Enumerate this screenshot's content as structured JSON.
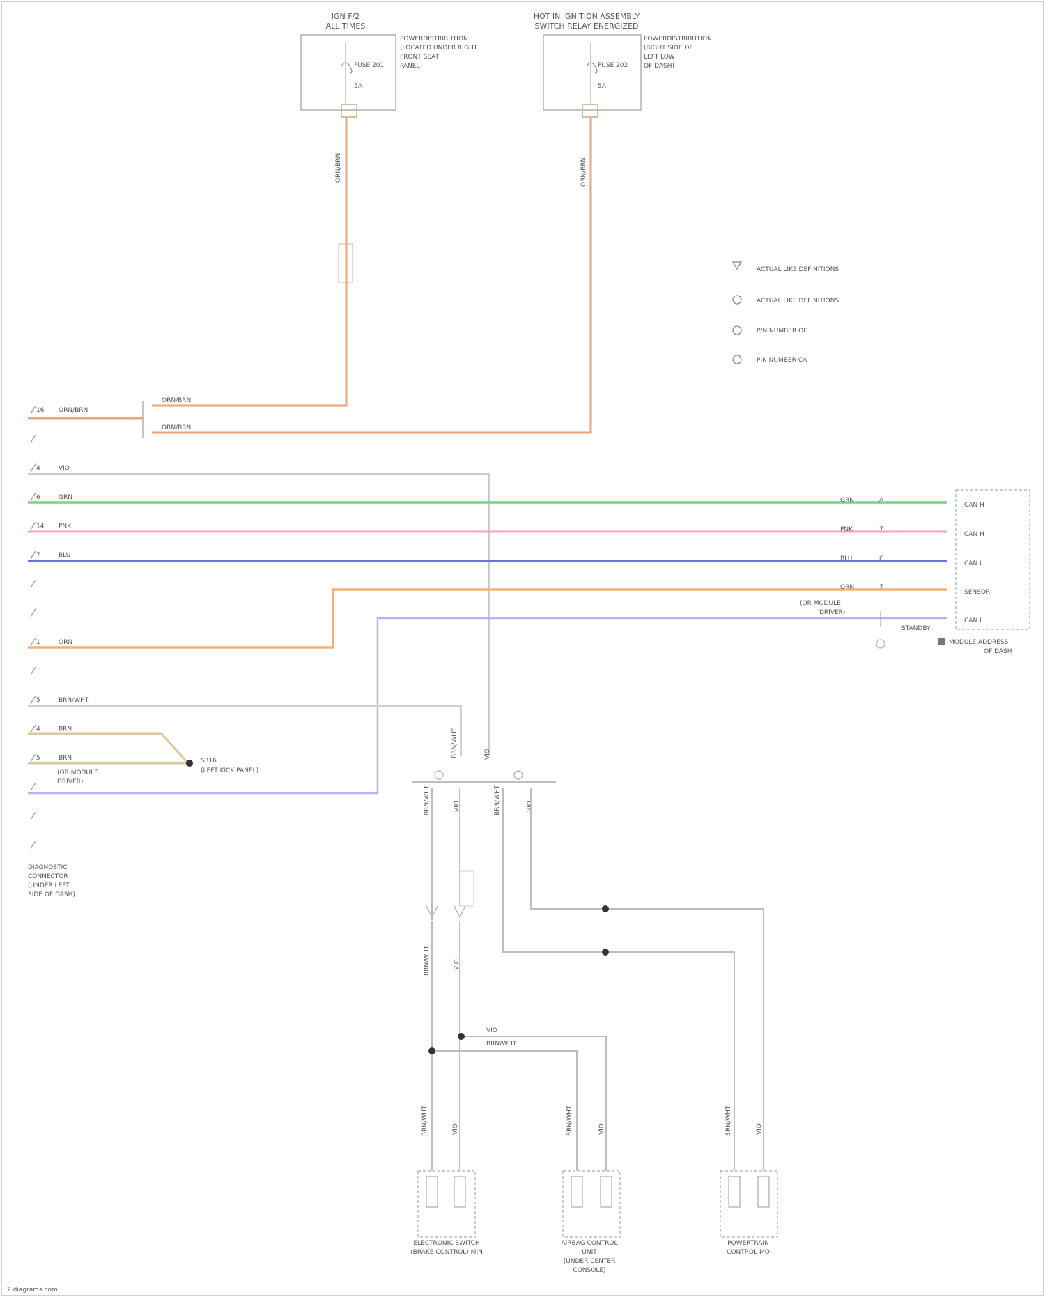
{
  "fuse_block_left": {
    "title": [
      "IGN F/2",
      "ALL TIMES"
    ],
    "desc": [
      "POWERDISTRIBUTION",
      "(LOCATED UNDER RIGHT",
      "FRONT SEAT",
      "PANEL)"
    ],
    "fuse_name": "FUSE 201",
    "fuse_rating": "5A",
    "wire_label": "ORN/BRN"
  },
  "fuse_block_right": {
    "title": [
      "HOT IN IGNITION ASSEMBLY",
      "SWITCH RELAY ENERGIZED"
    ],
    "desc": [
      "POWERDISTRIBUTION",
      "(RIGHT SIDE OF",
      "LEFT LOW",
      "OF DASH)"
    ],
    "fuse_name": "FUSE 202",
    "fuse_rating": "5A",
    "wire_label": "ORN/BRN"
  },
  "legend": [
    {
      "symbol": "triangle",
      "text": "ACTUAL LIKE DEFINITIONS"
    },
    {
      "symbol": "circle",
      "text": "ACTUAL LIKE DEFINITIONS"
    },
    {
      "symbol": "circle",
      "text": "P/N NUMBER OF"
    },
    {
      "symbol": "circle",
      "text": "PIN NUMBER CA"
    }
  ],
  "left_connector": {
    "pins": [
      {
        "num": "16",
        "label": "ORN/BRN"
      },
      {
        "num": "",
        "label": ""
      },
      {
        "num": "4",
        "label": "VIO"
      },
      {
        "num": "6",
        "label": "GRN"
      },
      {
        "num": "14",
        "label": "PNK"
      },
      {
        "num": "7",
        "label": "BLU"
      },
      {
        "num": "",
        "label": ""
      },
      {
        "num": "",
        "label": ""
      },
      {
        "num": "1",
        "label": "ORN"
      },
      {
        "num": "",
        "label": ""
      },
      {
        "num": "5",
        "label": "BRN/WHT"
      },
      {
        "num": "4",
        "label": "BRN"
      },
      {
        "num": "5",
        "label": "BRN"
      },
      {
        "num": "",
        "label": ""
      },
      {
        "num": "",
        "label": ""
      },
      {
        "num": "",
        "label": ""
      }
    ],
    "title": [
      "DIAGNOSTIC",
      "CONNECTOR",
      "(UNDER LEFT",
      "SIDE OF DASH)"
    ]
  },
  "wire_labels": {
    "junction_upper": "ORN/BRN",
    "junction_lower": "ORN/BRN",
    "rear_note": [
      "(OR MODULE",
      "DRIVER)"
    ],
    "splice_name": "S316",
    "splice_desc": "(LEFT KICK PANEL)",
    "splice_note": [
      "(OR MODULE",
      "DRIVER)"
    ],
    "bus_tag": "BRN/WHT",
    "bus_tag2": "VIO",
    "bus_drops": [
      "BRN/WHT",
      "VIO",
      "BRN/WHT",
      "VIO"
    ],
    "left_drop_mid": "BRN/WHT",
    "left_drop_mid2": "VIO",
    "split_upper": "VIO",
    "split_lower": "BRN/WHT",
    "bottom_pairs": [
      [
        "BRN/WHT",
        "VIO"
      ],
      [
        "BRN/WHT",
        "VIO"
      ],
      [
        "BRN/WHT",
        "VIO"
      ]
    ]
  },
  "right_module": {
    "pins": [
      {
        "num": "A",
        "wire": "GRN",
        "label": "CAN H"
      },
      {
        "num": "7",
        "wire": "PNK",
        "label": "CAN H"
      },
      {
        "num": "C",
        "wire": "BLU",
        "label": "CAN L"
      },
      {
        "num": "7",
        "wire": "ORN",
        "label": "SENSOR"
      },
      {
        "num": "",
        "wire": "",
        "label": "CAN L"
      }
    ],
    "extra_wire": [
      "(OR MODULE",
      "DRIVER)"
    ],
    "extra_tag": "STANDBY",
    "title": [
      "MODULE ADDRESS",
      "OF DASH"
    ]
  },
  "bottom_modules": [
    {
      "name": [
        "ELECTRONIC SWITCH",
        "(BRAKE CONTROL) MIN"
      ]
    },
    {
      "name": [
        "AIRBAG CONTROL",
        "UNIT",
        "(UNDER CENTER",
        "CONSOLE)"
      ]
    },
    {
      "name": [
        "POWERTRAIN",
        "CONTROL MO"
      ]
    }
  ],
  "footer": "2 diagrams.com"
}
